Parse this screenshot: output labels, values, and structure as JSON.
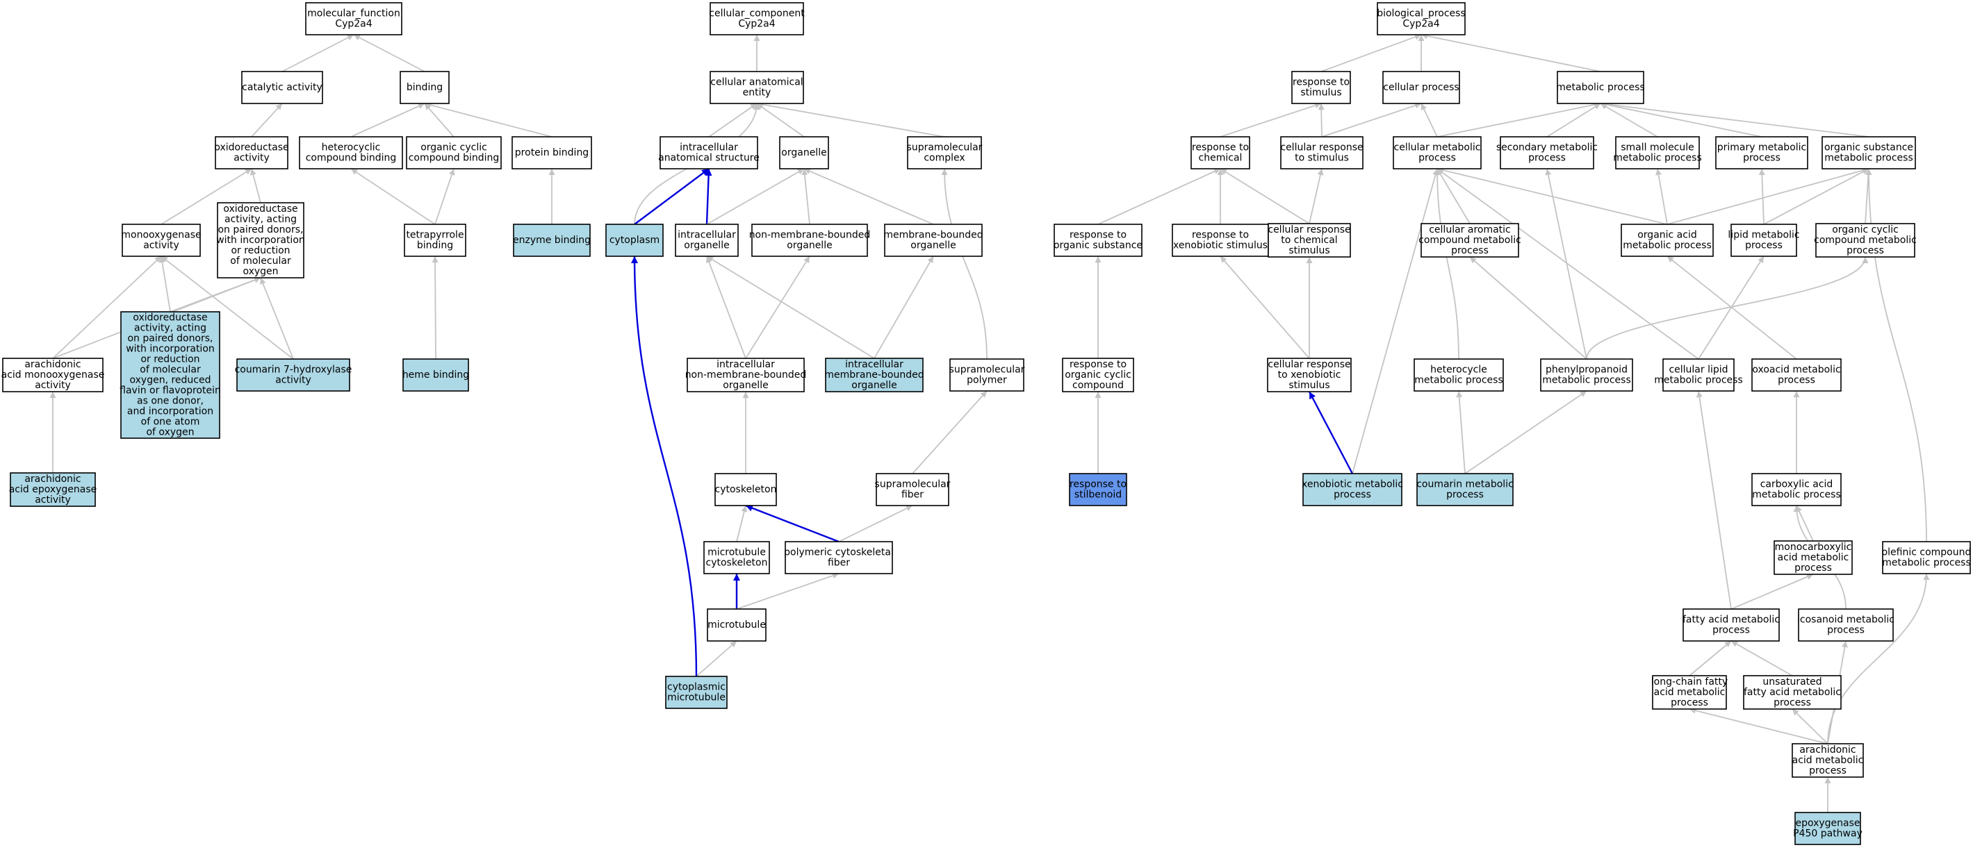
{
  "colors": {
    "plain": "#ffffff",
    "annotated": "#add8e6",
    "query": "#6495ed",
    "edge": "#c4c4c4",
    "edge_highlight": "#0000dd"
  },
  "nodes": [
    {
      "id": "mf_root",
      "lines": [
        "molecular_function",
        "Cyp2a4"
      ],
      "fill": "plain"
    },
    {
      "id": "catalytic",
      "lines": [
        "catalytic activity"
      ],
      "fill": "plain"
    },
    {
      "id": "binding",
      "lines": [
        "binding"
      ],
      "fill": "plain"
    },
    {
      "id": "oxidoreductase",
      "lines": [
        "oxidoreductase",
        "activity"
      ],
      "fill": "plain"
    },
    {
      "id": "heterocyclic_binding",
      "lines": [
        "heterocyclic",
        "compound binding"
      ],
      "fill": "plain"
    },
    {
      "id": "organic_cyclic_binding",
      "lines": [
        "organic cyclic",
        "compound binding"
      ],
      "fill": "plain"
    },
    {
      "id": "protein_binding",
      "lines": [
        "protein binding"
      ],
      "fill": "plain"
    },
    {
      "id": "monooxygenase",
      "lines": [
        "monooxygenase",
        "activity"
      ],
      "fill": "plain"
    },
    {
      "id": "oxido_paired",
      "lines": [
        "oxidoreductase",
        "activity, acting",
        "on paired donors,",
        "with incorporation",
        "or reduction",
        "of molecular",
        "oxygen"
      ],
      "fill": "plain"
    },
    {
      "id": "tetrapyrrole",
      "lines": [
        "tetrapyrrole",
        "binding"
      ],
      "fill": "plain"
    },
    {
      "id": "enzyme_binding",
      "lines": [
        "enzyme binding"
      ],
      "fill": "annotated"
    },
    {
      "id": "arach_mono",
      "lines": [
        "arachidonic",
        "acid monooxygenase",
        "activity"
      ],
      "fill": "plain"
    },
    {
      "id": "oxido_flavin",
      "lines": [
        "oxidoreductase",
        "activity, acting",
        "on paired donors,",
        "with incorporation",
        "or reduction",
        "of molecular",
        "oxygen, reduced",
        "flavin or flavoprotein",
        "as one donor,",
        "and incorporation",
        "of one atom",
        "of oxygen"
      ],
      "fill": "annotated"
    },
    {
      "id": "coumarin_hydrox",
      "lines": [
        "coumarin 7-hydroxylase",
        "activity"
      ],
      "fill": "annotated"
    },
    {
      "id": "heme_binding",
      "lines": [
        "heme binding"
      ],
      "fill": "annotated"
    },
    {
      "id": "arach_epox",
      "lines": [
        "arachidonic",
        "acid epoxygenase",
        "activity"
      ],
      "fill": "annotated"
    },
    {
      "id": "cc_root",
      "lines": [
        "cellular_component",
        "Cyp2a4"
      ],
      "fill": "plain"
    },
    {
      "id": "cell_anat",
      "lines": [
        "cellular anatomical",
        "entity"
      ],
      "fill": "plain"
    },
    {
      "id": "intra_anat",
      "lines": [
        "intracellular",
        "anatomical structure"
      ],
      "fill": "plain"
    },
    {
      "id": "organelle",
      "lines": [
        "organelle"
      ],
      "fill": "plain"
    },
    {
      "id": "supra_complex",
      "lines": [
        "supramolecular",
        "complex"
      ],
      "fill": "plain"
    },
    {
      "id": "cytoplasm",
      "lines": [
        "cytoplasm"
      ],
      "fill": "annotated"
    },
    {
      "id": "intra_organelle",
      "lines": [
        "intracellular",
        "organelle"
      ],
      "fill": "plain"
    },
    {
      "id": "nonmem_organelle",
      "lines": [
        "non-membrane-bounded",
        "organelle"
      ],
      "fill": "plain"
    },
    {
      "id": "mem_organelle",
      "lines": [
        "membrane-bounded",
        "organelle"
      ],
      "fill": "plain"
    },
    {
      "id": "intra_nonmem",
      "lines": [
        "intracellular",
        "non-membrane-bounded",
        "organelle"
      ],
      "fill": "plain"
    },
    {
      "id": "intra_mem",
      "lines": [
        "intracellular",
        "membrane-bounded",
        "organelle"
      ],
      "fill": "annotated"
    },
    {
      "id": "supra_polymer",
      "lines": [
        "supramolecular",
        "polymer"
      ],
      "fill": "plain"
    },
    {
      "id": "cytoskeleton",
      "lines": [
        "cytoskeleton"
      ],
      "fill": "plain"
    },
    {
      "id": "supra_fiber",
      "lines": [
        "supramolecular",
        "fiber"
      ],
      "fill": "plain"
    },
    {
      "id": "mt_cytoskeleton",
      "lines": [
        "microtubule",
        "cytoskeleton"
      ],
      "fill": "plain"
    },
    {
      "id": "poly_fiber",
      "lines": [
        "polymeric cytoskeletal",
        "fiber"
      ],
      "fill": "plain"
    },
    {
      "id": "microtubule",
      "lines": [
        "microtubule"
      ],
      "fill": "plain"
    },
    {
      "id": "cyto_mt",
      "lines": [
        "cytoplasmic",
        "microtubule"
      ],
      "fill": "annotated"
    },
    {
      "id": "bp_root",
      "lines": [
        "biological_process",
        "Cyp2a4"
      ],
      "fill": "plain"
    },
    {
      "id": "resp_stim",
      "lines": [
        "response to",
        "stimulus"
      ],
      "fill": "plain"
    },
    {
      "id": "cell_proc",
      "lines": [
        "cellular process"
      ],
      "fill": "plain"
    },
    {
      "id": "met_proc",
      "lines": [
        "metabolic process"
      ],
      "fill": "plain"
    },
    {
      "id": "resp_chem",
      "lines": [
        "response to",
        "chemical"
      ],
      "fill": "plain"
    },
    {
      "id": "cell_resp_stim",
      "lines": [
        "cellular response",
        "to stimulus"
      ],
      "fill": "plain"
    },
    {
      "id": "cell_met",
      "lines": [
        "cellular metabolic",
        "process"
      ],
      "fill": "plain"
    },
    {
      "id": "sec_met",
      "lines": [
        "secondary metabolic",
        "process"
      ],
      "fill": "plain"
    },
    {
      "id": "small_mol",
      "lines": [
        "small molecule",
        "metabolic process"
      ],
      "fill": "plain"
    },
    {
      "id": "prim_met",
      "lines": [
        "primary metabolic",
        "process"
      ],
      "fill": "plain"
    },
    {
      "id": "org_sub",
      "lines": [
        "organic substance",
        "metabolic process"
      ],
      "fill": "plain"
    },
    {
      "id": "resp_org_sub",
      "lines": [
        "response to",
        "organic substance"
      ],
      "fill": "plain"
    },
    {
      "id": "resp_xeno",
      "lines": [
        "response to",
        "xenobiotic stimulus"
      ],
      "fill": "plain"
    },
    {
      "id": "cell_resp_chem",
      "lines": [
        "cellular response",
        "to chemical",
        "stimulus"
      ],
      "fill": "plain"
    },
    {
      "id": "cell_arom",
      "lines": [
        "cellular aromatic",
        "compound metabolic",
        "process"
      ],
      "fill": "plain"
    },
    {
      "id": "org_acid",
      "lines": [
        "organic acid",
        "metabolic process"
      ],
      "fill": "plain"
    },
    {
      "id": "lipid_met",
      "lines": [
        "lipid metabolic",
        "process"
      ],
      "fill": "plain"
    },
    {
      "id": "org_cyclic_met",
      "lines": [
        "organic cyclic",
        "compound metabolic",
        "process"
      ],
      "fill": "plain"
    },
    {
      "id": "resp_org_cyclic",
      "lines": [
        "response to",
        "organic cyclic",
        "compound"
      ],
      "fill": "plain"
    },
    {
      "id": "cell_resp_xeno",
      "lines": [
        "cellular response",
        "to xenobiotic",
        "stimulus"
      ],
      "fill": "plain"
    },
    {
      "id": "heterocycle",
      "lines": [
        "heterocycle",
        "metabolic process"
      ],
      "fill": "plain"
    },
    {
      "id": "phenylprop",
      "lines": [
        "phenylpropanoid",
        "metabolic process"
      ],
      "fill": "plain"
    },
    {
      "id": "cell_lipid",
      "lines": [
        "cellular lipid",
        "metabolic process"
      ],
      "fill": "plain"
    },
    {
      "id": "oxoacid",
      "lines": [
        "oxoacid metabolic",
        "process"
      ],
      "fill": "plain"
    },
    {
      "id": "resp_stilb",
      "lines": [
        "response to",
        "stilbenoid"
      ],
      "fill": "query"
    },
    {
      "id": "xeno_met",
      "lines": [
        "xenobiotic metabolic",
        "process"
      ],
      "fill": "annotated"
    },
    {
      "id": "coumarin_met",
      "lines": [
        "coumarin metabolic",
        "process"
      ],
      "fill": "annotated"
    },
    {
      "id": "carbox",
      "lines": [
        "carboxylic acid",
        "metabolic process"
      ],
      "fill": "plain"
    },
    {
      "id": "olefinic",
      "lines": [
        "olefinic compound",
        "metabolic process"
      ],
      "fill": "plain"
    },
    {
      "id": "monocarbox",
      "lines": [
        "monocarboxylic",
        "acid metabolic",
        "process"
      ],
      "fill": "plain"
    },
    {
      "id": "fatty_acid",
      "lines": [
        "fatty acid metabolic",
        "process"
      ],
      "fill": "plain"
    },
    {
      "id": "icosanoid",
      "lines": [
        "icosanoid metabolic",
        "process"
      ],
      "fill": "plain"
    },
    {
      "id": "long_chain",
      "lines": [
        "long-chain fatty",
        "acid metabolic",
        "process"
      ],
      "fill": "plain"
    },
    {
      "id": "unsat",
      "lines": [
        "unsaturated",
        "fatty acid metabolic",
        "process"
      ],
      "fill": "plain"
    },
    {
      "id": "arach_met",
      "lines": [
        "arachidonic",
        "acid metabolic",
        "process"
      ],
      "fill": "plain"
    },
    {
      "id": "epox_path",
      "lines": [
        "epoxygenase",
        "P450 pathway"
      ],
      "fill": "annotated"
    }
  ],
  "edges": [
    {
      "from": "catalytic",
      "to": "mf_root"
    },
    {
      "from": "binding",
      "to": "mf_root"
    },
    {
      "from": "oxidoreductase",
      "to": "catalytic"
    },
    {
      "from": "heterocyclic_binding",
      "to": "binding"
    },
    {
      "from": "organic_cyclic_binding",
      "to": "binding"
    },
    {
      "from": "protein_binding",
      "to": "binding"
    },
    {
      "from": "monooxygenase",
      "to": "oxidoreductase"
    },
    {
      "from": "oxido_paired",
      "to": "oxidoreductase"
    },
    {
      "from": "tetrapyrrole",
      "to": "heterocyclic_binding"
    },
    {
      "from": "tetrapyrrole",
      "to": "organic_cyclic_binding"
    },
    {
      "from": "enzyme_binding",
      "to": "protein_binding"
    },
    {
      "from": "arach_mono",
      "to": "monooxygenase"
    },
    {
      "from": "arach_mono",
      "to": "oxido_paired"
    },
    {
      "from": "oxido_flavin",
      "to": "monooxygenase"
    },
    {
      "from": "oxido_flavin",
      "to": "oxido_paired"
    },
    {
      "from": "coumarin_hydrox",
      "to": "monooxygenase"
    },
    {
      "from": "coumarin_hydrox",
      "to": "oxido_paired"
    },
    {
      "from": "heme_binding",
      "to": "tetrapyrrole"
    },
    {
      "from": "arach_epox",
      "to": "arach_mono"
    },
    {
      "from": "cell_anat",
      "to": "cc_root"
    },
    {
      "from": "intra_anat",
      "to": "cell_anat"
    },
    {
      "from": "organelle",
      "to": "cell_anat"
    },
    {
      "from": "supra_complex",
      "to": "cell_anat"
    },
    {
      "from": "cytoplasm",
      "to": "cell_anat",
      "bend": true
    },
    {
      "from": "cytoplasm",
      "to": "intra_anat",
      "hl": true
    },
    {
      "from": "intra_organelle",
      "to": "intra_anat",
      "hl": true
    },
    {
      "from": "intra_organelle",
      "to": "organelle"
    },
    {
      "from": "nonmem_organelle",
      "to": "organelle"
    },
    {
      "from": "mem_organelle",
      "to": "organelle"
    },
    {
      "from": "intra_nonmem",
      "to": "intra_organelle"
    },
    {
      "from": "intra_nonmem",
      "to": "nonmem_organelle"
    },
    {
      "from": "intra_mem",
      "to": "intra_organelle"
    },
    {
      "from": "intra_mem",
      "to": "mem_organelle"
    },
    {
      "from": "supra_polymer",
      "to": "supra_complex",
      "bend": true
    },
    {
      "from": "cytoskeleton",
      "to": "intra_nonmem"
    },
    {
      "from": "supra_fiber",
      "to": "supra_polymer"
    },
    {
      "from": "mt_cytoskeleton",
      "to": "cytoskeleton"
    },
    {
      "from": "poly_fiber",
      "to": "cytoskeleton",
      "hl": true
    },
    {
      "from": "poly_fiber",
      "to": "supra_fiber"
    },
    {
      "from": "microtubule",
      "to": "mt_cytoskeleton",
      "hl": true
    },
    {
      "from": "microtubule",
      "to": "poly_fiber"
    },
    {
      "from": "cyto_mt",
      "to": "microtubule"
    },
    {
      "from": "cyto_mt",
      "to": "cytoplasm",
      "hl": true,
      "bend": true
    },
    {
      "from": "resp_stim",
      "to": "bp_root"
    },
    {
      "from": "cell_proc",
      "to": "bp_root"
    },
    {
      "from": "met_proc",
      "to": "bp_root"
    },
    {
      "from": "resp_chem",
      "to": "resp_stim"
    },
    {
      "from": "cell_resp_stim",
      "to": "resp_stim"
    },
    {
      "from": "cell_resp_stim",
      "to": "cell_proc"
    },
    {
      "from": "cell_met",
      "to": "cell_proc"
    },
    {
      "from": "cell_met",
      "to": "met_proc"
    },
    {
      "from": "sec_met",
      "to": "met_proc"
    },
    {
      "from": "small_mol",
      "to": "met_proc"
    },
    {
      "from": "prim_met",
      "to": "met_proc"
    },
    {
      "from": "org_sub",
      "to": "met_proc"
    },
    {
      "from": "resp_org_sub",
      "to": "resp_chem"
    },
    {
      "from": "resp_xeno",
      "to": "resp_chem"
    },
    {
      "from": "cell_resp_chem",
      "to": "resp_chem"
    },
    {
      "from": "cell_resp_chem",
      "to": "cell_resp_stim"
    },
    {
      "from": "cell_arom",
      "to": "cell_met"
    },
    {
      "from": "org_acid",
      "to": "cell_met"
    },
    {
      "from": "org_acid",
      "to": "small_mol"
    },
    {
      "from": "org_acid",
      "to": "org_sub"
    },
    {
      "from": "lipid_met",
      "to": "prim_met"
    },
    {
      "from": "lipid_met",
      "to": "org_sub"
    },
    {
      "from": "org_cyclic_met",
      "to": "org_sub"
    },
    {
      "from": "resp_org_cyclic",
      "to": "resp_org_sub"
    },
    {
      "from": "cell_resp_xeno",
      "to": "resp_xeno"
    },
    {
      "from": "cell_resp_xeno",
      "to": "cell_resp_chem"
    },
    {
      "from": "heterocycle",
      "to": "cell_met",
      "bend": true
    },
    {
      "from": "phenylprop",
      "to": "sec_met"
    },
    {
      "from": "phenylprop",
      "to": "cell_arom"
    },
    {
      "from": "phenylprop",
      "to": "org_cyclic_met",
      "bend": true
    },
    {
      "from": "cell_lipid",
      "to": "cell_met"
    },
    {
      "from": "cell_lipid",
      "to": "lipid_met"
    },
    {
      "from": "oxoacid",
      "to": "org_acid"
    },
    {
      "from": "resp_stilb",
      "to": "resp_org_cyclic"
    },
    {
      "from": "xeno_met",
      "to": "cell_met"
    },
    {
      "from": "xeno_met",
      "to": "cell_resp_xeno",
      "hl": true
    },
    {
      "from": "coumarin_met",
      "to": "heterocycle"
    },
    {
      "from": "coumarin_met",
      "to": "phenylprop"
    },
    {
      "from": "carbox",
      "to": "oxoacid"
    },
    {
      "from": "olefinic",
      "to": "org_sub",
      "bend": true
    },
    {
      "from": "monocarbox",
      "to": "carbox"
    },
    {
      "from": "fatty_acid",
      "to": "cell_lipid"
    },
    {
      "from": "fatty_acid",
      "to": "monocarbox"
    },
    {
      "from": "icosanoid",
      "to": "carbox",
      "bend": true
    },
    {
      "from": "long_chain",
      "to": "fatty_acid"
    },
    {
      "from": "unsat",
      "to": "fatty_acid"
    },
    {
      "from": "arach_met",
      "to": "long_chain"
    },
    {
      "from": "arach_met",
      "to": "unsat"
    },
    {
      "from": "arach_met",
      "to": "icosanoid"
    },
    {
      "from": "arach_met",
      "to": "olefinic",
      "bend": true
    },
    {
      "from": "epox_path",
      "to": "arach_met"
    }
  ]
}
